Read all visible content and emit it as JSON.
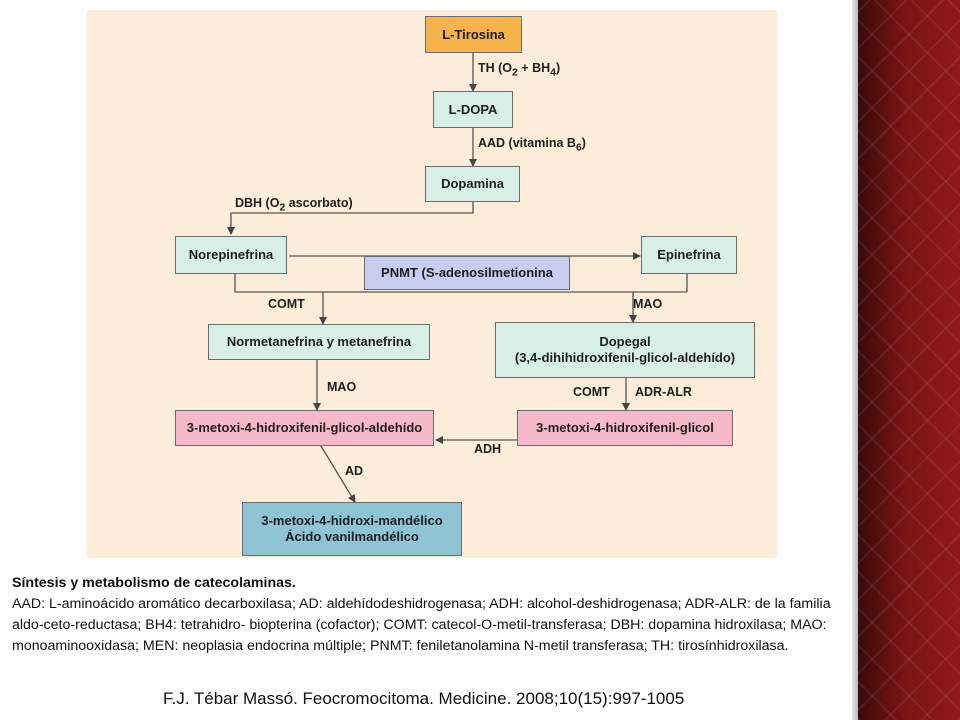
{
  "diagram": {
    "nodes": {
      "tirosina": "L-Tirosina",
      "ldopa": "L-DOPA",
      "dopamina": "Dopamina",
      "norepinefrina": "Norepinefrina",
      "epinefrina": "Epinefrina",
      "pnmt": "PNMT (S-adenosilmetionina",
      "normetanefrina": "Normetanefrina y metanefrina",
      "dopegal_1": "Dopegal",
      "dopegal_2": "(3,4-dihihidroxifenil-glicol-aldehído)",
      "aldehido": "3-metoxi-4-hidroxifenil-glicol-aldehído",
      "glicol": "3-metoxi-4-hidroxifenil-glicol",
      "mandelico_1": "3-metoxi-4-hidroxi-mandélico",
      "mandelico_2": "Ácido vanilmandélico"
    },
    "labels": {
      "th_a": "TH (O",
      "th_sub1": "2",
      "th_b": " + BH",
      "th_sub2": "4",
      "th_c": ")",
      "aad_a": "AAD (vitamina B",
      "aad_sub": "6",
      "aad_c": ")",
      "dbh_a": "DBH (O",
      "dbh_sub": "2",
      "dbh_c": " ascorbato)",
      "comt_left": "COMT",
      "mao_right": "MAO",
      "mao_left": "MAO",
      "comt_mid": "COMT",
      "adr_alr": "ADR-ALR",
      "adh": "ADH",
      "ad": "AD"
    }
  },
  "caption": {
    "title": "Síntesis y metabolismo de catecolaminas.",
    "body": "AAD: L-aminoácido aromático decarboxilasa; AD: aldehídodeshidrogenasa; ADH: alcohol-deshidrogenasa; ADR-ALR: de la familia aldo-ceto-reductasa; BH4: tetrahidro- biopterina (cofactor); COMT: catecol-O-metil-transferasa; DBH: dopamina  hidroxilasa; MAO: monoaminooxidasa; MEN: neoplasia endocrina múltiple; PNMT: feniletanolamina N-metil transferasa; TH: tirosínhidroxilasa."
  },
  "reference": "F.J. Tébar Massó. Feocromocitoma. Medicine. 2008;10(15):997-1005",
  "colors": {
    "panel": "#fbedd9",
    "orange": "#f6b24b",
    "teal": "#d7efe7",
    "lavender": "#c7cdee",
    "pink": "#f5b9cb",
    "blue": "#8ec4d4",
    "band": "#7a1414"
  }
}
